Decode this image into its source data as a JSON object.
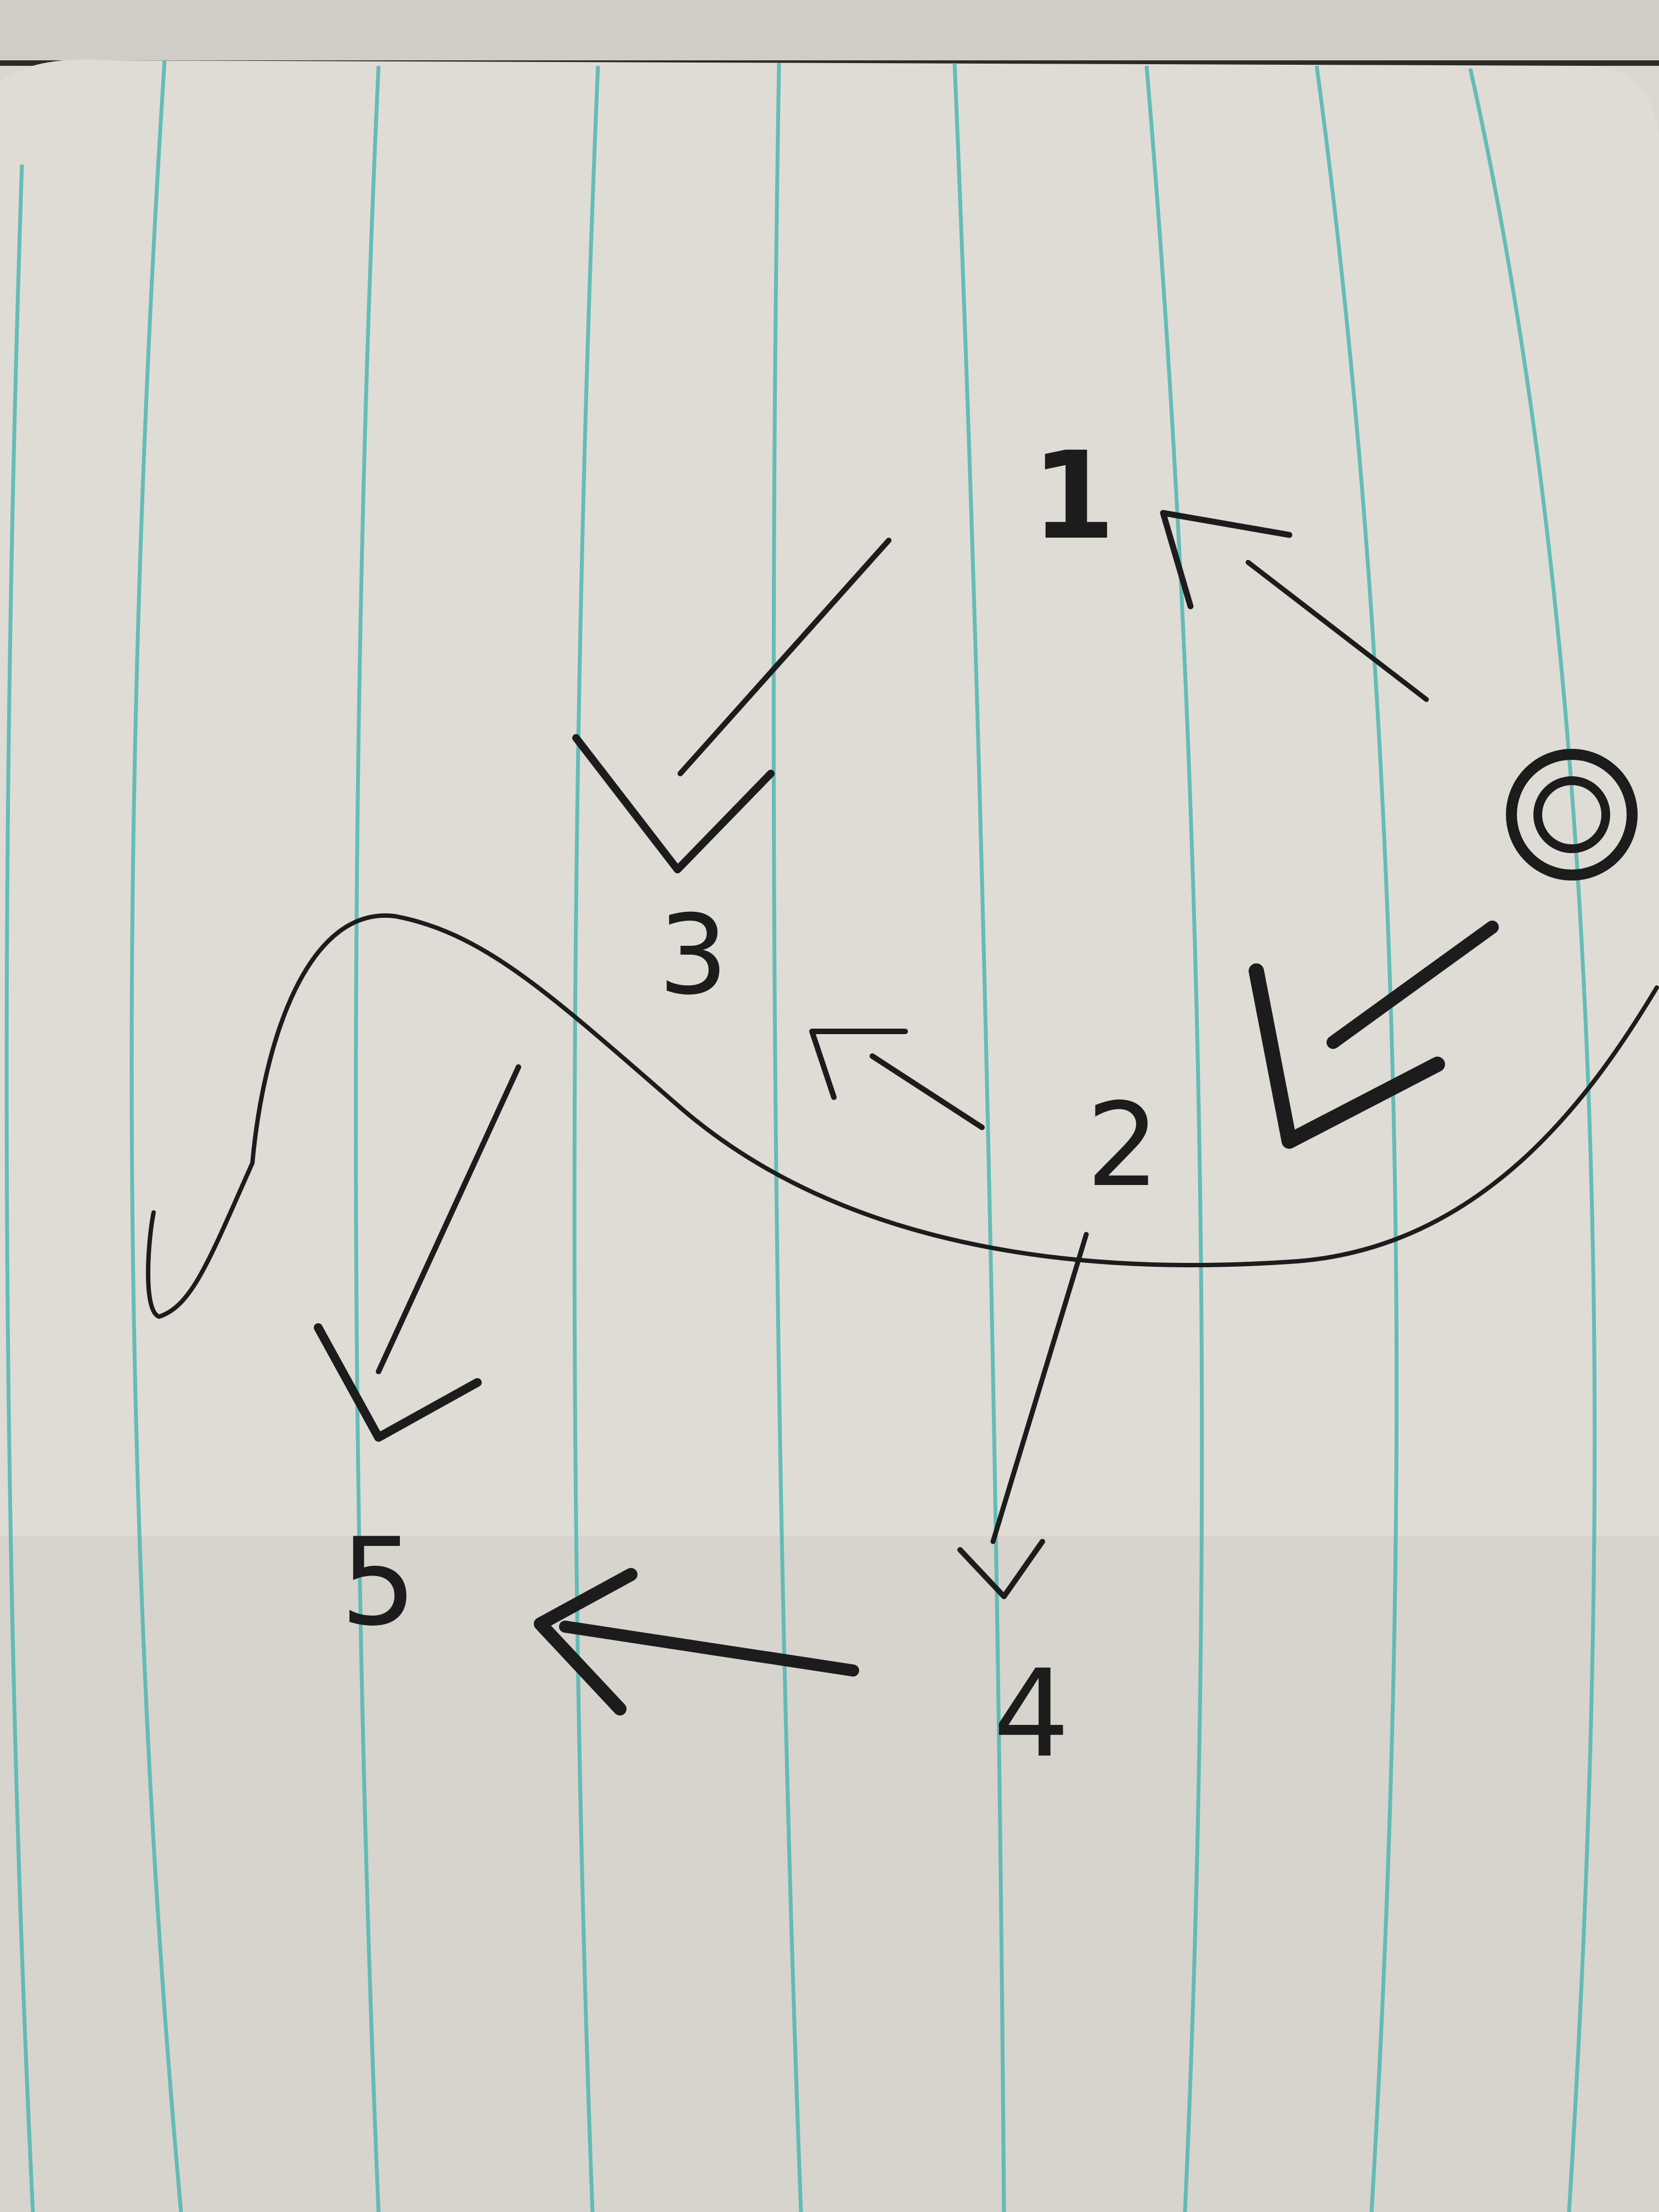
{
  "colors": {
    "paper": "#dedcd5",
    "rule_line": "#55b8b4",
    "ink": "#1c1c1c",
    "background": "#2a2a28"
  },
  "diagram": {
    "nodes": [
      {
        "id": "n1",
        "label": "1"
      },
      {
        "id": "n2",
        "label": "2"
      },
      {
        "id": "n3",
        "label": "3"
      },
      {
        "id": "n4",
        "label": "4"
      },
      {
        "id": "n5",
        "label": "5"
      }
    ],
    "edges": [
      {
        "from": "n1",
        "to": "n3"
      },
      {
        "from": "n2",
        "to": "n1"
      },
      {
        "from": "n2",
        "to": "n3"
      },
      {
        "from": "n3",
        "to": "n5"
      },
      {
        "from": "n2",
        "to": "n4"
      },
      {
        "from": "n4",
        "to": "n5"
      }
    ],
    "source_marker": {
      "attached_to": "n2",
      "icon": "circle-dot-icon"
    },
    "partition_curve": true
  }
}
